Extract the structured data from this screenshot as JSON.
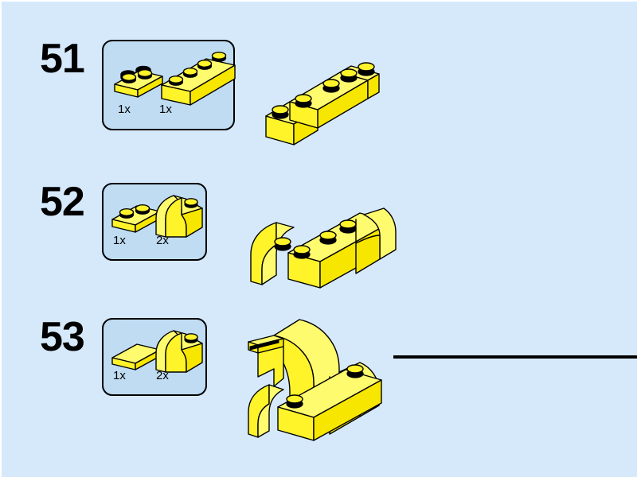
{
  "page": {
    "title": "LEGO building instructions page",
    "background_color": "#d6e9fb",
    "parts_box_color": "#bfdcf2",
    "brick_color": "#fff32a",
    "outline_color": "#000000"
  },
  "steps": [
    {
      "number": "51",
      "parts": [
        {
          "name": "plate-1x2",
          "quantity": "1x",
          "studs": 2,
          "type": "plate"
        },
        {
          "name": "brick-1x4",
          "quantity": "1x",
          "studs": 4,
          "type": "brick"
        }
      ],
      "assembly": "brick-1x4-with-plate-1x2-on-top-left"
    },
    {
      "number": "52",
      "parts": [
        {
          "name": "plate-1x2",
          "quantity": "1x",
          "studs": 2,
          "type": "plate"
        },
        {
          "name": "curved-slope-brick",
          "quantity": "2x",
          "studs": 1,
          "type": "curved-slope"
        }
      ],
      "assembly": "brick-1x4-with-two-curved-slopes-at-ends"
    },
    {
      "number": "53",
      "parts": [
        {
          "name": "tile-1x2",
          "quantity": "1x",
          "studs": 0,
          "type": "tile"
        },
        {
          "name": "curved-slope-brick",
          "quantity": "2x",
          "studs": 1,
          "type": "curved-slope"
        }
      ],
      "assembly": "stacked-curved-slopes-with-tile-on-top"
    }
  ],
  "callout_line": {
    "name": "connector-line",
    "color": "#000000"
  }
}
